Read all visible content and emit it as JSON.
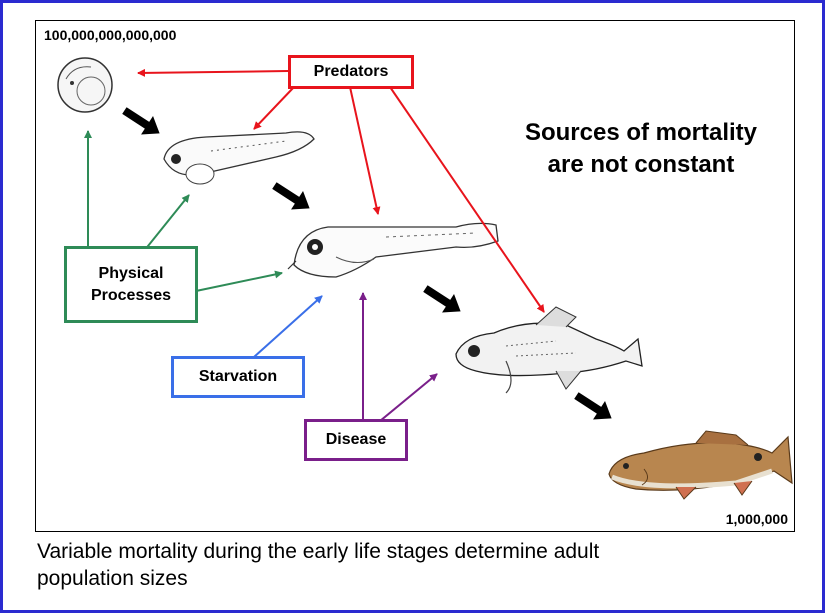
{
  "diagram": {
    "count_start": "100,000,000,000,000",
    "count_end": "1,000,000",
    "headline": [
      "Sources of mortality",
      "are not constant"
    ],
    "labels": {
      "predators": "Predators",
      "physical": [
        "Physical",
        "Processes"
      ],
      "starvation": "Starvation",
      "disease": "Disease"
    },
    "colors": {
      "predators": "#e8141c",
      "physical": "#2e8b57",
      "starvation": "#3a6fe8",
      "disease": "#7a1f8a",
      "stage_arrow": "#000000",
      "frame": "#2a2ad0"
    }
  },
  "caption": [
    "Variable mortality during the early life stages determine adult",
    "population sizes"
  ]
}
